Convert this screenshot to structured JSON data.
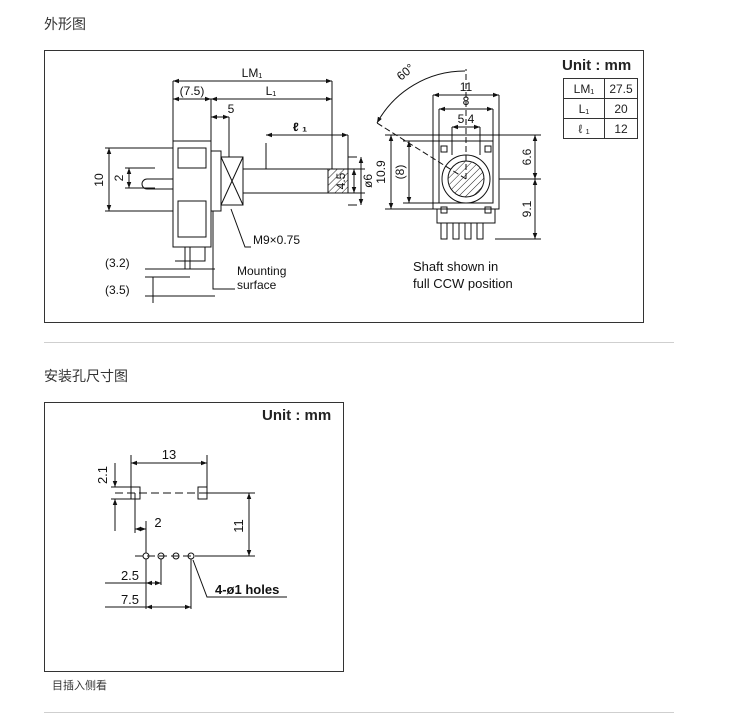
{
  "sections": {
    "outline_title": "外形图",
    "mounting_title": "安装孔尺寸图",
    "footnote": "目插入侧看"
  },
  "outline": {
    "unit_label": "Unit : mm",
    "table": [
      {
        "param": "LM₁",
        "value": "27.5"
      },
      {
        "param": "L₁",
        "value": "20"
      },
      {
        "param": "ℓ ₁",
        "value": "12"
      }
    ],
    "dims": {
      "lm1": "LM₁",
      "d75": "(7.5)",
      "l1": "L₁",
      "d5": "5",
      "ell1": "ℓ ₁",
      "d10": "10",
      "d2": "2",
      "d45": "4.5",
      "phi6": "ø6",
      "thread": "M9×0.75",
      "d32": "(3.2)",
      "d35": "(3.5)",
      "mounting_line1": "Mounting",
      "mounting_line2": "surface",
      "angle60": "60°",
      "d11": "11",
      "d8": "8",
      "d54": "5.4",
      "d109": "10.9",
      "d8p": "(8)",
      "d66": "6.6",
      "d91": "9.1",
      "shaft_line1": "Shaft shown in",
      "shaft_line2": "full CCW position"
    }
  },
  "mounting": {
    "unit_label": "Unit : mm",
    "dims": {
      "d21": "2.1",
      "d13": "13",
      "d2": "2",
      "d11": "11",
      "d25": "2.5",
      "d75": "7.5",
      "holes": "4-ø1 holes"
    }
  }
}
